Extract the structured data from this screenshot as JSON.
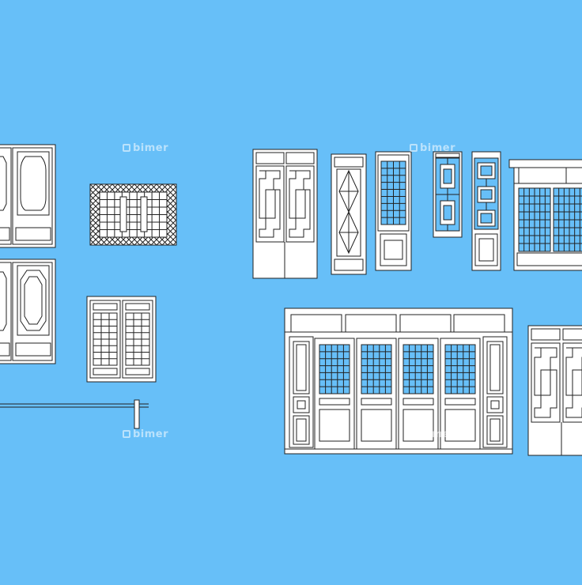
{
  "canvas": {
    "background": "#67bff8",
    "line_color": "#222222",
    "fill_color": "#ffffff",
    "glass_color": "#67bff8"
  },
  "watermark": {
    "text": "bimer"
  },
  "components": [
    {
      "name": "double-door-oval-panel",
      "kind": "double-door-oval"
    },
    {
      "name": "double-door-octagon-panel",
      "kind": "double-door-octagon"
    },
    {
      "name": "lattice-window-diamond-border",
      "kind": "lattice-window"
    },
    {
      "name": "casement-window-pair",
      "kind": "casement-window"
    },
    {
      "name": "rail-bracket",
      "kind": "rail"
    },
    {
      "name": "double-door-fret-pattern",
      "kind": "fret-door"
    },
    {
      "name": "narrow-door-diamond",
      "kind": "diamond-door"
    },
    {
      "name": "narrow-door-grid",
      "kind": "grid-door"
    },
    {
      "name": "window-panel-square-fret",
      "kind": "fret-panel"
    },
    {
      "name": "narrow-door-fret-ornament",
      "kind": "fret-ornament-door"
    },
    {
      "name": "storefront-window-bay",
      "kind": "storefront"
    },
    {
      "name": "facade-six-bay-doors",
      "kind": "facade"
    },
    {
      "name": "double-door-fret-pattern-right",
      "kind": "fret-door"
    }
  ]
}
